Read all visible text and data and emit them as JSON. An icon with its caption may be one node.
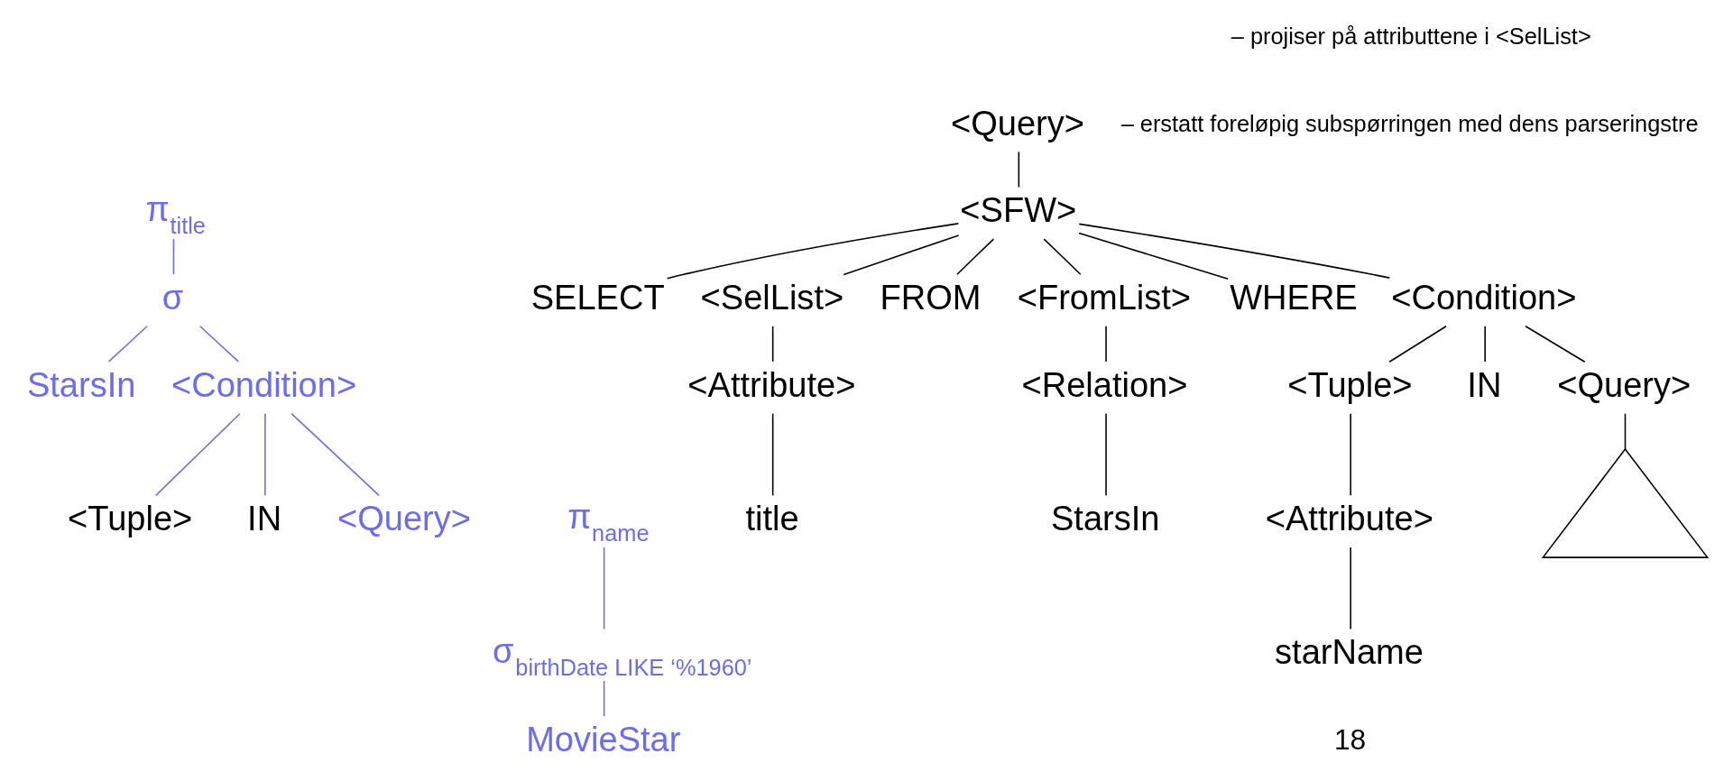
{
  "diagram": {
    "nodes": [
      {
        "text": [
          "<Query>"
        ]
      },
      {
        "text": [
          "<SFW>"
        ]
      },
      {
        "text": [
          "SELECT"
        ]
      },
      {
        "text": [
          "<SelList>"
        ]
      },
      {
        "text": [
          "FROM"
        ]
      },
      {
        "text": [
          "<FromList>"
        ]
      },
      {
        "text": [
          "WHERE"
        ]
      },
      {
        "text": [
          "<Condition>"
        ]
      },
      {
        "text": [
          "<Attribute>"
        ]
      },
      {
        "text": [
          "title"
        ]
      },
      {
        "text": [
          "<Relation>"
        ]
      },
      {
        "text": [
          "StarsIn"
        ]
      },
      {
        "text": [
          "<Tuple>"
        ]
      },
      {
        "text": [
          "IN"
        ]
      },
      {
        "text": [
          "<Query>"
        ]
      },
      {
        "text": [
          "<Attribute>"
        ]
      },
      {
        "text": [
          "starName"
        ]
      },
      {
        "text": [],
        "shape": "triangle"
      },
      {
        "text": [
          "π$_{title}$"
        ]
      },
      {
        "text": [
          "σ"
        ]
      },
      {
        "text": [
          "StarsIn"
        ]
      },
      {
        "text": [
          "<Condition>"
        ]
      },
      {
        "text": [
          "<Tuple>"
        ]
      },
      {
        "text": [
          "IN"
        ]
      },
      {
        "text": [
          "<Query>"
        ]
      },
      {
        "text": [
          "π$_{name}$"
        ]
      },
      {
        "text": [
          "σ$_{birthDate LIKE ‘%1960’}$"
        ]
      },
      {
        "text": [
          "MovieStar"
        ]
      }
    ],
    "edges": [
      {
        "from": 0,
        "to": 1,
        "arrow": "none"
      },
      {
        "from": 1,
        "to": 2,
        "arrow": "none"
      },
      {
        "from": 1,
        "to": 3,
        "arrow": "none"
      },
      {
        "from": 1,
        "to": 4,
        "arrow": "none"
      },
      {
        "from": 1,
        "to": 5,
        "arrow": "none"
      },
      {
        "from": 1,
        "to": 6,
        "arrow": "none"
      },
      {
        "from": 1,
        "to": 7,
        "arrow": "none"
      },
      {
        "from": 3,
        "to": 8,
        "arrow": "none"
      },
      {
        "from": 8,
        "to": 9,
        "arrow": "none"
      },
      {
        "from": 5,
        "to": 10,
        "arrow": "none"
      },
      {
        "from": 10,
        "to": 11,
        "arrow": "none"
      },
      {
        "from": 7,
        "to": 12,
        "arrow": "none"
      },
      {
        "from": 7,
        "to": 13,
        "arrow": "none"
      },
      {
        "from": 7,
        "to": 14,
        "arrow": "none"
      },
      {
        "from": 12,
        "to": 15,
        "arrow": "none"
      },
      {
        "from": 15,
        "to": 16,
        "arrow": "none"
      },
      {
        "from": 14,
        "to": 17,
        "arrow": "none"
      },
      {
        "from": 18,
        "to": 19,
        "arrow": "none",
        "color": "#6b6bf5"
      },
      {
        "from": 19,
        "to": 20,
        "arrow": "none",
        "color": "#6b6bf5"
      },
      {
        "from": 19,
        "to": 21,
        "arrow": "none",
        "color": "#6b6bf5"
      },
      {
        "from": 21,
        "to": 22,
        "arrow": "none",
        "color": "#6b6bf5"
      },
      {
        "from": 21,
        "to": 23,
        "arrow": "none",
        "color": "#6b6bf5"
      },
      {
        "from": 21,
        "to": 24,
        "arrow": "none",
        "color": "#6b6bf5"
      },
      {
        "from": 25,
        "to": 26,
        "arrow": "none",
        "color": "#6b6bf5"
      },
      {
        "from": 26,
        "to": 27,
        "arrow": "none",
        "color": "#6b6bf5"
      }
    ],
    "labels": [
      "– projiser på attributtene i <SelList>",
      "– erstatt foreløpig subspørringen med dens parseringstre",
      "18"
    ]
  }
}
